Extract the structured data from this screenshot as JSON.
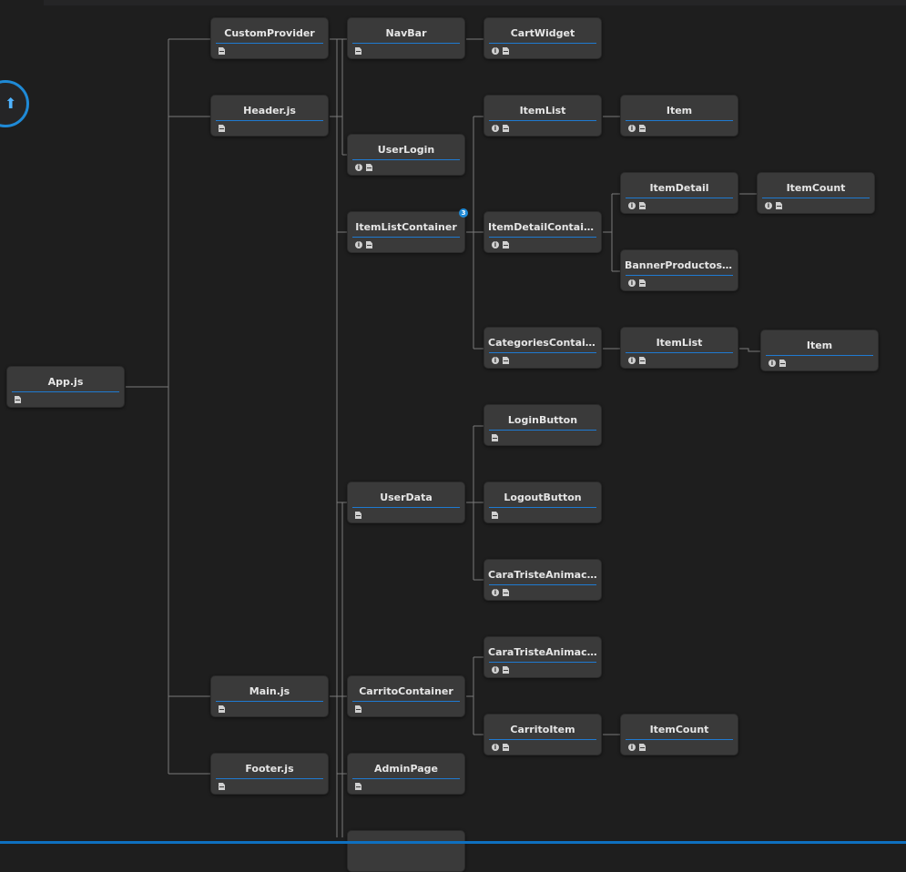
{
  "colors": {
    "background": "#1e1e1e",
    "node": "#3a3a3a",
    "accent": "#1f7ad1",
    "connector": "#7a7a7a"
  },
  "fab": {
    "icon": "upload-arrow-icon"
  },
  "nodes": [
    {
      "id": "app",
      "label": "App.js",
      "info": false
    },
    {
      "id": "customprovider",
      "label": "CustomProvider",
      "info": false
    },
    {
      "id": "header",
      "label": "Header.js",
      "info": false
    },
    {
      "id": "main",
      "label": "Main.js",
      "info": false
    },
    {
      "id": "footer",
      "label": "Footer.js",
      "info": false
    },
    {
      "id": "navbar",
      "label": "NavBar",
      "info": false
    },
    {
      "id": "userlogin",
      "label": "UserLogin",
      "info": true
    },
    {
      "id": "itemlistcontainer",
      "label": "ItemListContainer",
      "info": true,
      "badge": "3"
    },
    {
      "id": "userdata",
      "label": "UserData",
      "info": false
    },
    {
      "id": "carritocontainer",
      "label": "CarritoContainer",
      "info": false
    },
    {
      "id": "adminpage",
      "label": "AdminPage",
      "info": false
    },
    {
      "id": "cartwidget",
      "label": "CartWidget",
      "info": true
    },
    {
      "id": "itemlist1",
      "label": "ItemList",
      "info": true
    },
    {
      "id": "itemdetailcontainer",
      "label": "ItemDetailContainer",
      "info": true
    },
    {
      "id": "categoriescontainer",
      "label": "CategoriesContainer",
      "info": true
    },
    {
      "id": "loginbutton",
      "label": "LoginButton",
      "info": false
    },
    {
      "id": "logoutbutton",
      "label": "LogoutButton",
      "info": false
    },
    {
      "id": "caratriste1",
      "label": "CaraTristeAnimacion",
      "info": true
    },
    {
      "id": "caratriste2",
      "label": "CaraTristeAnimacion",
      "info": true
    },
    {
      "id": "carritoitem",
      "label": "CarritoItem",
      "info": true
    },
    {
      "id": "item1",
      "label": "Item",
      "info": true
    },
    {
      "id": "itemdetail",
      "label": "ItemDetail",
      "info": true
    },
    {
      "id": "banner",
      "label": "BannerProductosMini...",
      "info": true
    },
    {
      "id": "itemlist2",
      "label": "ItemList",
      "info": true
    },
    {
      "id": "itemcount2",
      "label": "ItemCount",
      "info": true
    },
    {
      "id": "itemcount1",
      "label": "ItemCount",
      "info": true
    },
    {
      "id": "item2",
      "label": "Item",
      "info": true
    },
    {
      "id": "partial",
      "label": "",
      "info": false
    }
  ]
}
